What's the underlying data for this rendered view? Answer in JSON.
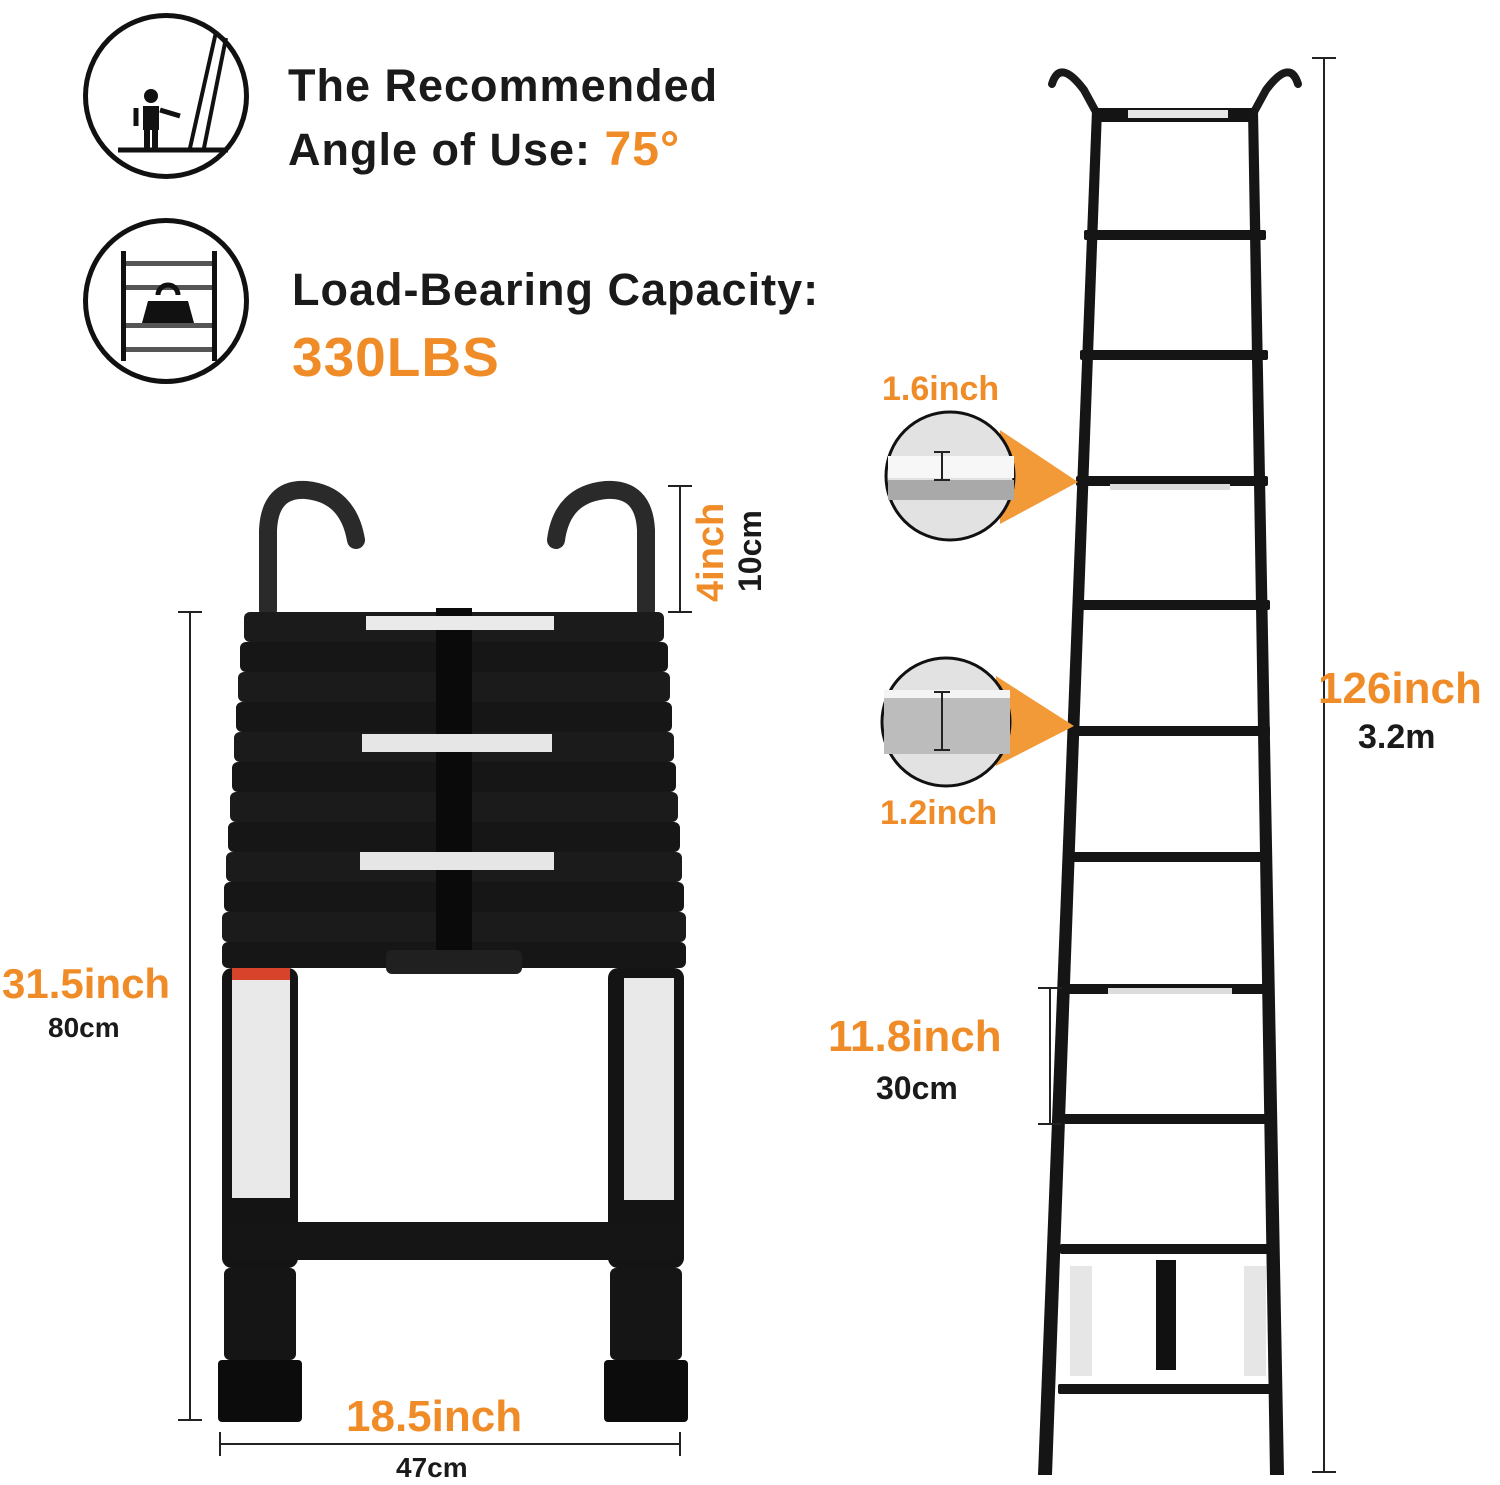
{
  "specs": {
    "angle": {
      "line1": "The Recommended",
      "label": "Angle of Use:",
      "value": "75°"
    },
    "load": {
      "label": "Load-Bearing Capacity:",
      "value": "330LBS"
    }
  },
  "dimensions": {
    "hook_height": {
      "primary": "4inch",
      "secondary": "10cm"
    },
    "folded_height": {
      "primary": "31.5inch",
      "secondary": "80cm"
    },
    "width": {
      "primary": "18.5inch",
      "secondary": "47cm"
    },
    "rung_width": {
      "primary": "1.6inch"
    },
    "rung_depth": {
      "primary": "1.2inch"
    },
    "rung_spacing": {
      "primary": "11.8inch",
      "secondary": "30cm"
    },
    "extended_height": {
      "primary": "126inch",
      "secondary": "3.2m"
    }
  },
  "icons": [
    "person-ladder-icon",
    "weight-ladder-icon"
  ],
  "colors": {
    "accent": "#f08c28",
    "ladder": "#151515",
    "text": "#1a1a1a"
  }
}
